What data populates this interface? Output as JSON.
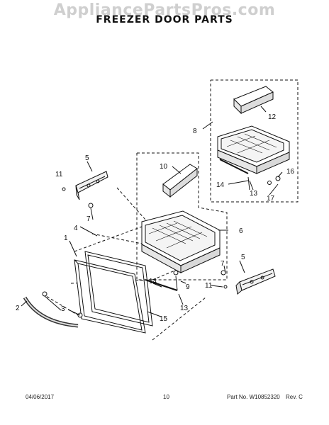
{
  "page": {
    "watermark": "AppliancePartsPros.com",
    "title": "FREEZER DOOR PARTS"
  },
  "callouts": {
    "c1": "1",
    "c2": "2",
    "c3": "3",
    "c4": "4",
    "c5a": "5",
    "c5b": "5",
    "c6": "6",
    "c7a": "7",
    "c7b": "7",
    "c8": "8",
    "c9": "9",
    "c10": "10",
    "c11a": "11",
    "c11b": "11",
    "c12": "12",
    "c13a": "13",
    "c13b": "13",
    "c14a": "14",
    "c14b": "14",
    "c15": "15",
    "c16": "16",
    "c17": "17"
  },
  "footer": {
    "date": "04/06/2017",
    "page_number": "10",
    "part_number": "Part No. W10852320",
    "revision": "Rev. C"
  }
}
